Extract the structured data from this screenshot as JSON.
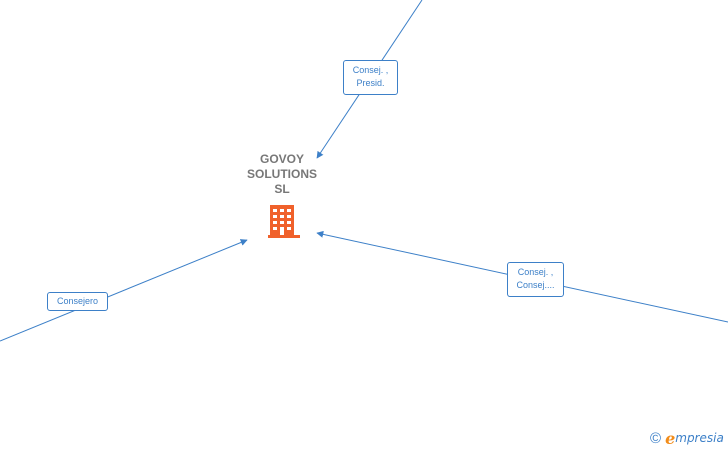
{
  "company": {
    "name": "GOVOY\nSOLUTIONS\nSL",
    "icon": "building-icon",
    "icon_color": "#f0612b"
  },
  "edges": [
    {
      "id": "top",
      "label": "Consej. ,\nPresid."
    },
    {
      "id": "left",
      "label": "Consejero"
    },
    {
      "id": "right",
      "label": "Consej. ,\nConsej...."
    }
  ],
  "colors": {
    "edge": "#3d80c8",
    "text": "#777777"
  },
  "watermark": {
    "symbol": "©",
    "brand_first_letter": "e",
    "brand_rest": "mpresia"
  }
}
